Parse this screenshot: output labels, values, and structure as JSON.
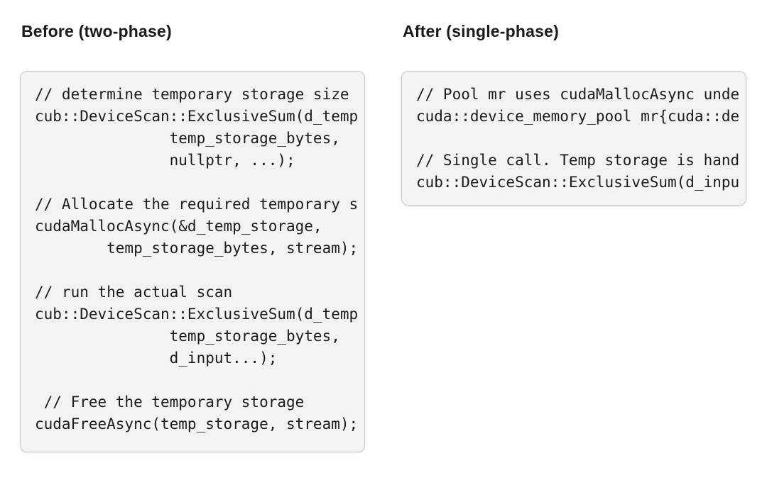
{
  "colors": {
    "page_background": "#ffffff",
    "code_block_background": "#f3f3f3",
    "code_block_border": "#c9c9c9",
    "heading_text": "#1a1a1a",
    "code_text": "#1c1c1c"
  },
  "before": {
    "heading": "Before (two-phase)",
    "code": "// determine temporary storage size\ncub::DeviceScan::ExclusiveSum(d_temp\n               temp_storage_bytes,\n               nullptr, ...);\n\n// Allocate the required temporary s\ncudaMallocAsync(&d_temp_storage,\n        temp_storage_bytes, stream);\n\n// run the actual scan\ncub::DeviceScan::ExclusiveSum(d_temp\n               temp_storage_bytes,\n               d_input...);\n\n // Free the temporary storage\ncudaFreeAsync(temp_storage, stream);"
  },
  "after": {
    "heading": "After (single-phase)",
    "code": "// Pool mr uses cudaMallocAsync unde\ncuda::device_memory_pool mr{cuda::de\n\n// Single call. Temp storage is hand\ncub::DeviceScan::ExclusiveSum(d_inpu"
  }
}
